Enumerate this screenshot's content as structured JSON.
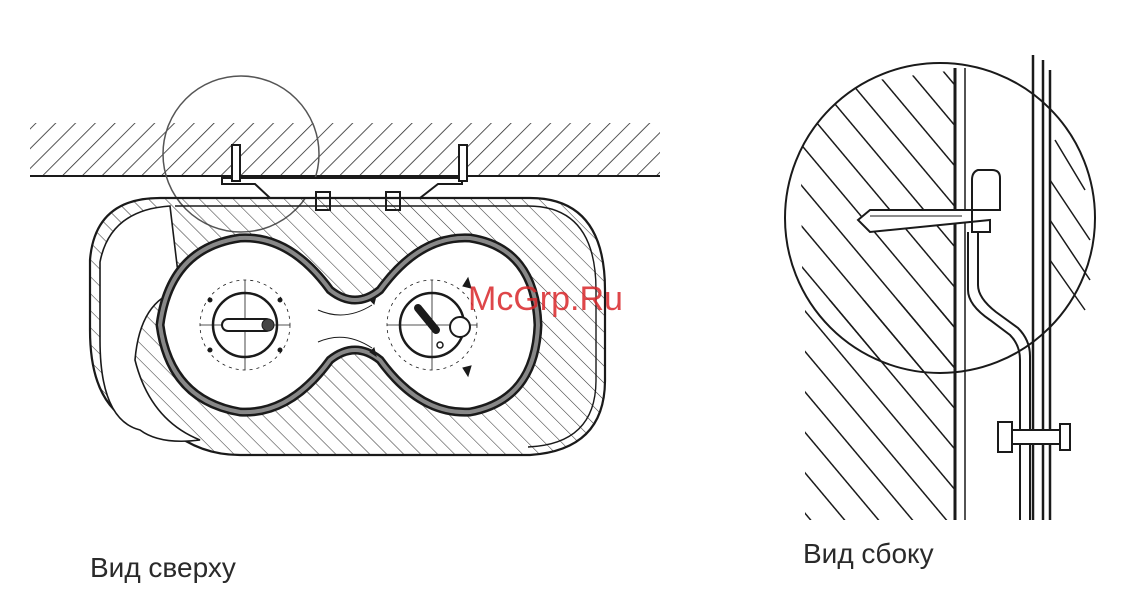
{
  "captions": {
    "top_view": "Вид сверху",
    "side_view": "Вид сбоку"
  },
  "watermark": "McGrp.Ru",
  "colors": {
    "line": "#1a1a1a",
    "hatch": "#2a2a2a",
    "watermark": "#d9262a"
  }
}
